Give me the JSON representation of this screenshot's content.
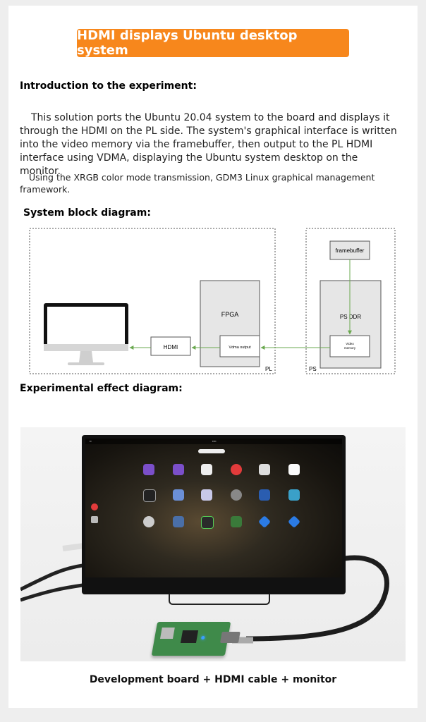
{
  "title": "HDMI displays Ubuntu desktop system",
  "intro": {
    "heading": "Introduction to the experiment:",
    "lines": [
      "This solution ports the Ubuntu 20.04 system to the board and displays it",
      "through the HDMI on the PL side. The system's graphical interface is written",
      "into the video memory via the framebuffer, then output to the PL HDMI",
      "interface using VDMA, displaying the Ubuntu system desktop on the monitor."
    ],
    "note_lines": [
      "Using the XRGB color mode transmission, GDM3 Linux graphical management",
      "framework."
    ]
  },
  "block_diagram": {
    "heading": "System block diagram:",
    "labels": {
      "framebuffer": "framebuffer",
      "ps_ddr": "PS  DDR",
      "video_memory_line1": "Video",
      "video_memory_line2": "memory",
      "fpga": "FPGA",
      "vdma_output": "Vdma output",
      "hdmi": "HDMI",
      "pl": "PL",
      "ps": "PS"
    },
    "colors": {
      "arrow": "#6aa84f",
      "box_fill": "#e6e6e6",
      "border": "#555555"
    }
  },
  "effect": {
    "heading": "Experimental effect diagram:",
    "caption": "Development board + HDMI cable + monitor"
  }
}
